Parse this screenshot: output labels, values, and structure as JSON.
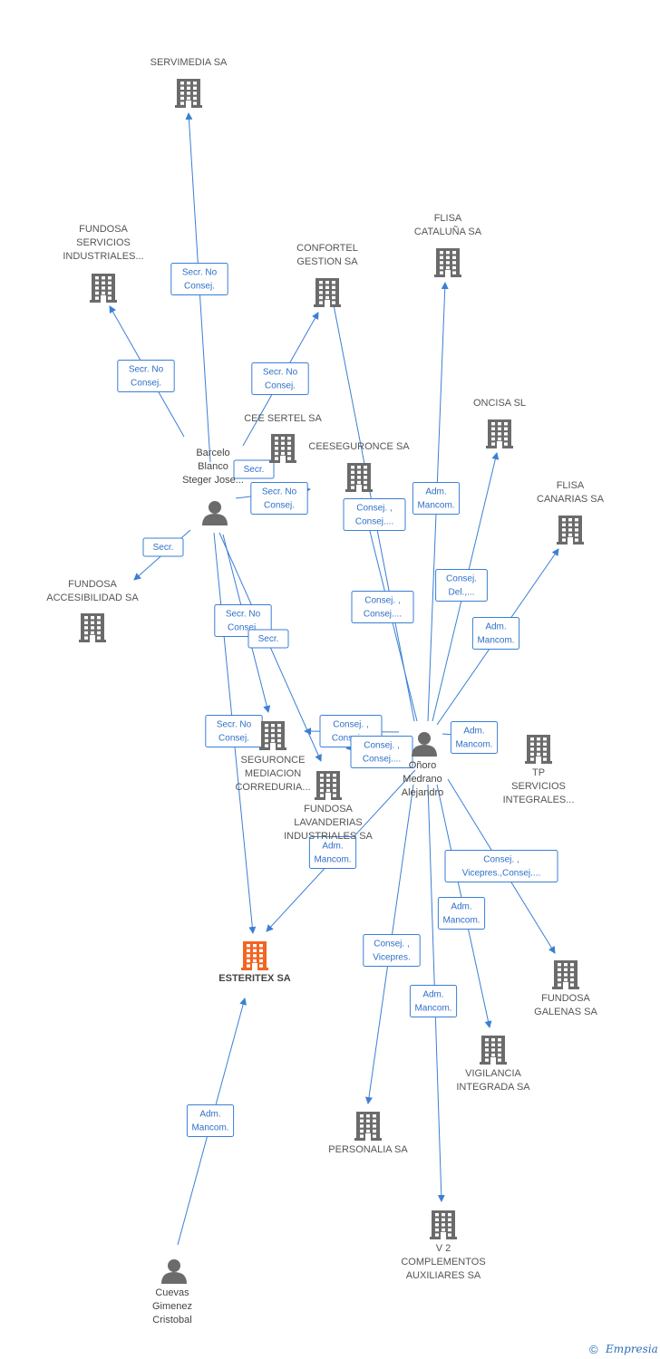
{
  "colors": {
    "edge": "#3a7fd5",
    "company": "#6b6b6b",
    "focus_company": "#f26522",
    "person": "#6b6b6b",
    "label": "#555555"
  },
  "companies": [
    {
      "id": "servimedia",
      "lines": [
        "SERVIMEDIA SA"
      ],
      "icon": "building-icon"
    },
    {
      "id": "fundosa_servicios",
      "lines": [
        "FUNDOSA",
        "SERVICIOS",
        "INDUSTRIALES..."
      ],
      "icon": "building-icon"
    },
    {
      "id": "confortel",
      "lines": [
        "CONFORTEL",
        "GESTION SA"
      ],
      "icon": "building-icon"
    },
    {
      "id": "flisa_cataluna",
      "lines": [
        "FLISA",
        "CATALUÑA SA"
      ],
      "icon": "building-icon"
    },
    {
      "id": "cee_sertel",
      "lines": [
        "CEE SERTEL SA"
      ],
      "icon": "building-icon"
    },
    {
      "id": "ceeseguronce",
      "lines": [
        "CEESEGURONCE SA"
      ],
      "icon": "building-icon"
    },
    {
      "id": "oncisa",
      "lines": [
        "ONCISA SL"
      ],
      "icon": "building-icon"
    },
    {
      "id": "flisa_canarias",
      "lines": [
        "FLISA",
        "CANARIAS SA"
      ],
      "icon": "building-icon"
    },
    {
      "id": "fundosa_accesibilidad",
      "lines": [
        "FUNDOSA",
        "ACCESIBILIDAD SA"
      ],
      "icon": "building-icon"
    },
    {
      "id": "seguronce",
      "lines": [
        "SEGURONCE",
        "MEDIACION",
        "CORREDURIA..."
      ],
      "icon": "building-icon"
    },
    {
      "id": "fundosa_lavanderias",
      "lines": [
        "FUNDOSA",
        "LAVANDERIAS",
        "INDUSTRIALES SA"
      ],
      "icon": "building-icon"
    },
    {
      "id": "tp_servicios",
      "lines": [
        "TP",
        "SERVICIOS",
        "INTEGRALES..."
      ],
      "icon": "building-icon"
    },
    {
      "id": "esteritex",
      "lines": [
        "ESTERITEX SA"
      ],
      "icon": "building-icon",
      "focus": true
    },
    {
      "id": "fundosa_galenas",
      "lines": [
        "FUNDOSA",
        "GALENAS SA"
      ],
      "icon": "building-icon"
    },
    {
      "id": "vigilancia",
      "lines": [
        "VIGILANCIA",
        "INTEGRADA SA"
      ],
      "icon": "building-icon"
    },
    {
      "id": "personalia",
      "lines": [
        "PERSONALIA SA"
      ],
      "icon": "building-icon"
    },
    {
      "id": "v2",
      "lines": [
        "V 2",
        "COMPLEMENTOS",
        "AUXILIARES SA"
      ],
      "icon": "building-icon"
    }
  ],
  "people": [
    {
      "id": "barcelo",
      "lines": [
        "Barcelo",
        "Blanco",
        "Steger Jose..."
      ],
      "icon": "person-icon"
    },
    {
      "id": "onoro",
      "lines": [
        "Oñoro",
        "Medrano",
        "Alejandro"
      ],
      "icon": "person-icon"
    },
    {
      "id": "cuevas",
      "lines": [
        "Cuevas",
        "Gimenez",
        "Cristobal"
      ],
      "icon": "person-icon"
    }
  ],
  "edges": [
    {
      "from": "barcelo",
      "to": "servimedia",
      "lines": [
        "Secr.  No",
        "Consej."
      ]
    },
    {
      "from": "barcelo",
      "to": "fundosa_servicios",
      "lines": [
        "Secr.  No",
        "Consej."
      ]
    },
    {
      "from": "barcelo",
      "to": "confortel",
      "lines": [
        "Secr.  No",
        "Consej."
      ]
    },
    {
      "from": "barcelo",
      "to": "cee_sertel",
      "lines": [
        "Secr."
      ]
    },
    {
      "from": "barcelo",
      "to": "ceeseguronce",
      "lines": [
        "Secr.  No",
        "Consej."
      ]
    },
    {
      "from": "barcelo",
      "to": "fundosa_accesibilidad",
      "lines": [
        "Secr."
      ]
    },
    {
      "from": "barcelo",
      "to": "seguronce",
      "lines": [
        "Secr.  No",
        "Consej."
      ]
    },
    {
      "from": "barcelo",
      "to": "fundosa_lavanderias",
      "lines": [
        "Secr."
      ]
    },
    {
      "from": "barcelo",
      "to": "esteritex",
      "lines": [
        "Secr.  No",
        "Consej."
      ]
    },
    {
      "from": "onoro",
      "to": "confortel",
      "lines": [
        "Consej. ,",
        "Consej...."
      ]
    },
    {
      "from": "onoro",
      "to": "ceeseguronce",
      "lines": [
        "Consej. ,",
        "Consej...."
      ]
    },
    {
      "from": "onoro",
      "to": "flisa_cataluna",
      "lines": [
        "Adm.",
        "Mancom."
      ]
    },
    {
      "from": "onoro",
      "to": "oncisa",
      "lines": [
        "Consej.",
        "Del.,..."
      ]
    },
    {
      "from": "onoro",
      "to": "flisa_canarias",
      "lines": [
        "Adm.",
        "Mancom."
      ]
    },
    {
      "from": "onoro",
      "to": "seguronce",
      "lines": [
        "Consej. ,",
        "Consej...."
      ]
    },
    {
      "from": "onoro",
      "to": "fundosa_lavanderias",
      "lines": [
        "Consej. ,",
        "Consej...."
      ]
    },
    {
      "from": "onoro",
      "to": "tp_servicios",
      "lines": [
        "Adm.",
        "Mancom."
      ]
    },
    {
      "from": "onoro",
      "to": "esteritex",
      "lines": [
        "Adm.",
        "Mancom."
      ]
    },
    {
      "from": "onoro",
      "to": "fundosa_galenas",
      "lines": [
        "Consej. ,",
        "Vicepres.,Consej...."
      ]
    },
    {
      "from": "onoro",
      "to": "vigilancia",
      "lines": [
        "Adm.",
        "Mancom."
      ]
    },
    {
      "from": "onoro",
      "to": "personalia",
      "lines": [
        "Consej. ,",
        "Vicepres."
      ]
    },
    {
      "from": "onoro",
      "to": "v2",
      "lines": [
        "Adm.",
        "Mancom."
      ]
    },
    {
      "from": "cuevas",
      "to": "esteritex",
      "lines": [
        "Adm.",
        "Mancom."
      ]
    }
  ],
  "footer": {
    "copyright": "©",
    "brand": "Empresia"
  }
}
